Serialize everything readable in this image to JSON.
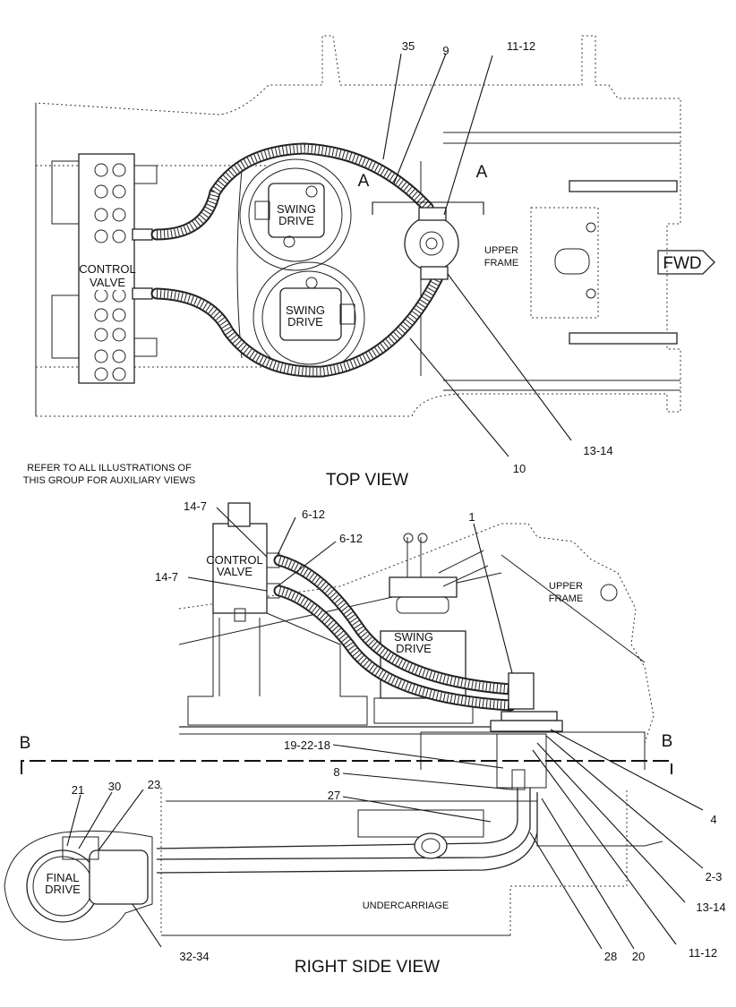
{
  "top_view": {
    "caption": "TOP VIEW",
    "note_line1": "REFER TO ALL ILLUSTRATIONS OF",
    "note_line2": "THIS GROUP FOR AUXILIARY VIEWS",
    "control_valve_line1": "CONTROL",
    "control_valve_line2": "VALVE",
    "swing_drive_line1": "SWING",
    "swing_drive_line2": "DRIVE",
    "upper_frame_line1": "UPPER",
    "upper_frame_line2": "FRAME",
    "fwd": "FWD",
    "section": "A",
    "callouts": [
      "35",
      "9",
      "11-12",
      "10",
      "13-14"
    ]
  },
  "side_view": {
    "caption": "RIGHT SIDE VIEW",
    "control_valve_line1": "CONTROL",
    "control_valve_line2": "VALVE",
    "swing_drive_line1": "SWING",
    "swing_drive_line2": "DRIVE",
    "upper_frame_line1": "UPPER",
    "upper_frame_line2": "FRAME",
    "final_drive_line1": "FINAL",
    "final_drive_line2": "DRIVE",
    "undercarriage": "UNDERCARRIAGE",
    "section": "B",
    "callouts": [
      "14-7",
      "6-12",
      "6-12",
      "14-7",
      "1",
      "19-22-18",
      "8",
      "27",
      "21",
      "30",
      "23",
      "4",
      "2-3",
      "13-14",
      "11-12",
      "20",
      "28",
      "32-34"
    ]
  }
}
